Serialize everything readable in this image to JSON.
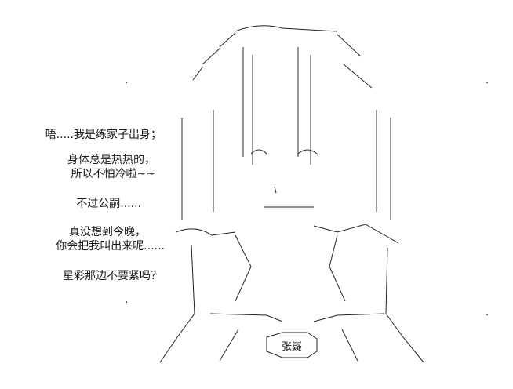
{
  "dialogue": [
    "唔.....我是练家子出身；",
    "身体总是热热的，",
    "所以不怕冷啦~~",
    "不过公嗣......",
    "真没想到今晚，",
    "你会把我叫出来呢......",
    "星彩那边不要紧吗？"
  ],
  "name_tag": "张嶷"
}
